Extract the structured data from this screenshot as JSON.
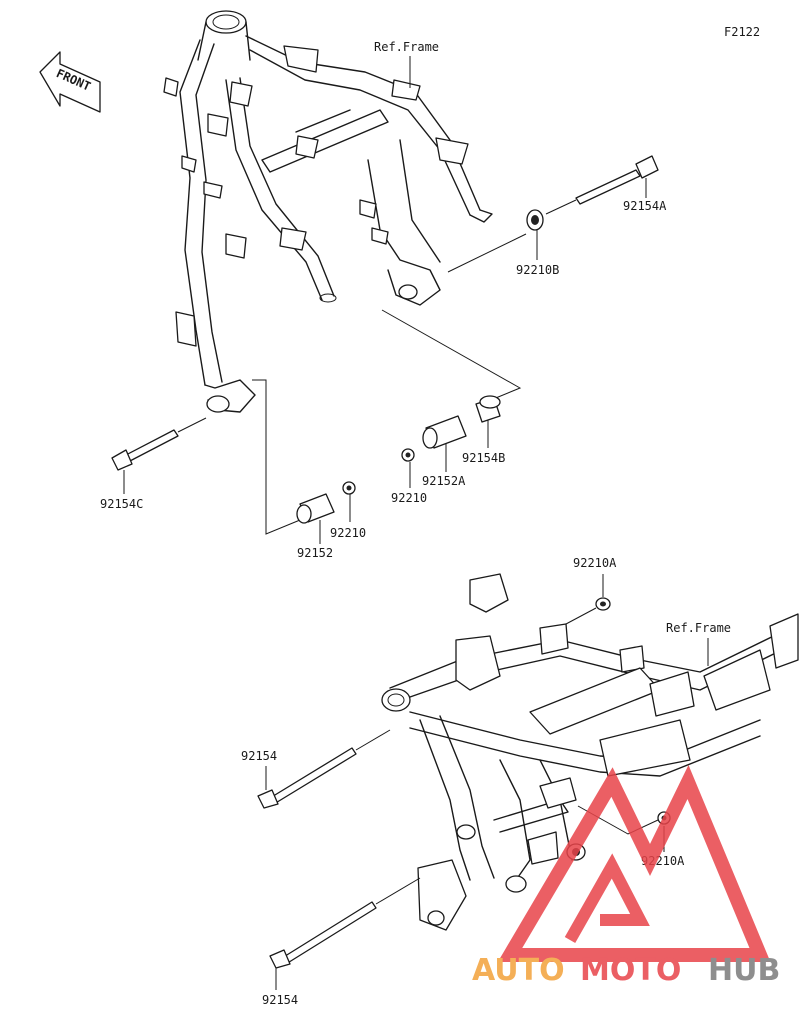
{
  "figure_code": "F2122",
  "front_label": "FRONT",
  "ref_frame_top": "Ref.Frame",
  "ref_frame_bottom": "Ref.Frame",
  "parts": {
    "p92154A": "92154A",
    "p92210B": "92210B",
    "p92154C": "92154C",
    "p92152": "92152",
    "p92210_left": "92210",
    "p92210_mid": "92210",
    "p92152A": "92152A",
    "p92154B": "92154B",
    "p92210A_top": "92210A",
    "p92210A_bottom": "92210A",
    "p92154_upper": "92154",
    "p92154_lower": "92154"
  },
  "watermark": {
    "auto": "AUTO",
    "moto": "MOTO",
    "hub": "HUB",
    "color_red": "#e8444a",
    "color_orange": "#f3a23a",
    "color_gray": "#7b7b7b"
  }
}
